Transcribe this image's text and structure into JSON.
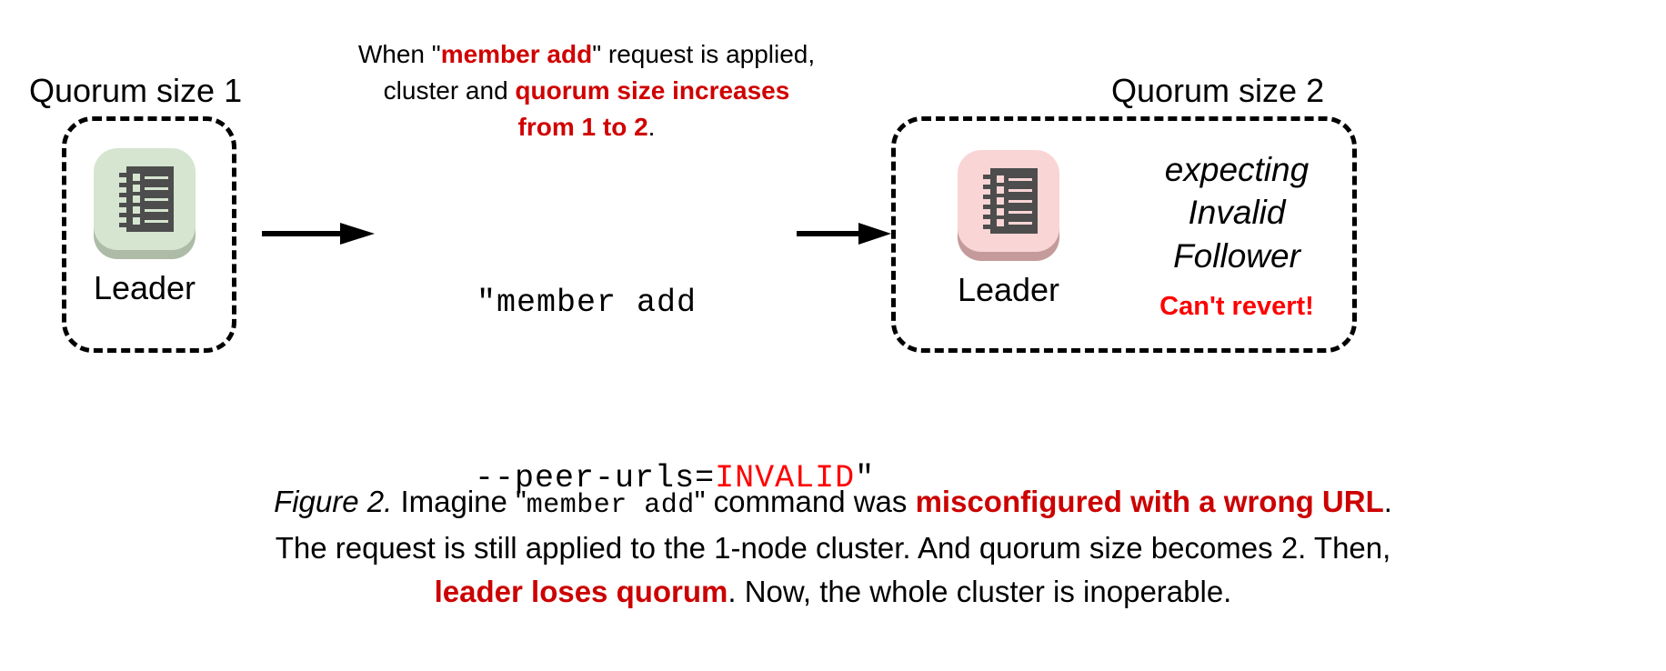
{
  "figure": {
    "left_cluster": {
      "group_label": "Quorum size 1",
      "node_label": "Leader",
      "icon_name": "ledger-icon",
      "icon_tile_color": "#d5e5d0",
      "icon_shadow_color": "#adbba7",
      "icon_glyph_color": "#4d4d4d"
    },
    "right_cluster": {
      "group_label": "Quorum size 2",
      "node_label": "Leader",
      "icon_name": "ledger-icon",
      "icon_tile_color": "#fad5d5",
      "icon_shadow_color": "#c49a9a",
      "icon_glyph_color": "#4d4d4d",
      "status_line_1": "expecting",
      "status_line_2": "Invalid",
      "status_line_3": "Follower",
      "alert": "Can't revert!",
      "alert_color": "#ff0000"
    },
    "top_note": {
      "line1_a": "When \"",
      "line1_b": "member add",
      "line1_c": "\" request is applied,",
      "line2_a": "cluster and ",
      "line2_b": "quorum size increases",
      "line3_b": "from 1 to 2",
      "line3_c": ".",
      "highlight_color": "#d00000"
    },
    "command": {
      "line1": "\"member add",
      "line2_prefix": "--peer-urls=",
      "line2_invalid": "INVALID",
      "line2_suffix": "\"",
      "invalid_color": "#ff0000"
    },
    "arrows": {
      "arrow_1_name": "arrow-right-apply-request",
      "arrow_2_name": "arrow-right-result"
    },
    "caption": {
      "fignum": "Figure 2.",
      "s1": " Imagine \"",
      "mono1": "member add",
      "s2": "\" command was ",
      "red1": "misconfigured with a wrong URL",
      "s3": ".",
      "s4": "The request is still applied to the 1-node cluster. And quorum size becomes 2. Then,",
      "red2": "leader loses quorum",
      "s5": ". Now, the whole cluster is inoperable."
    }
  }
}
